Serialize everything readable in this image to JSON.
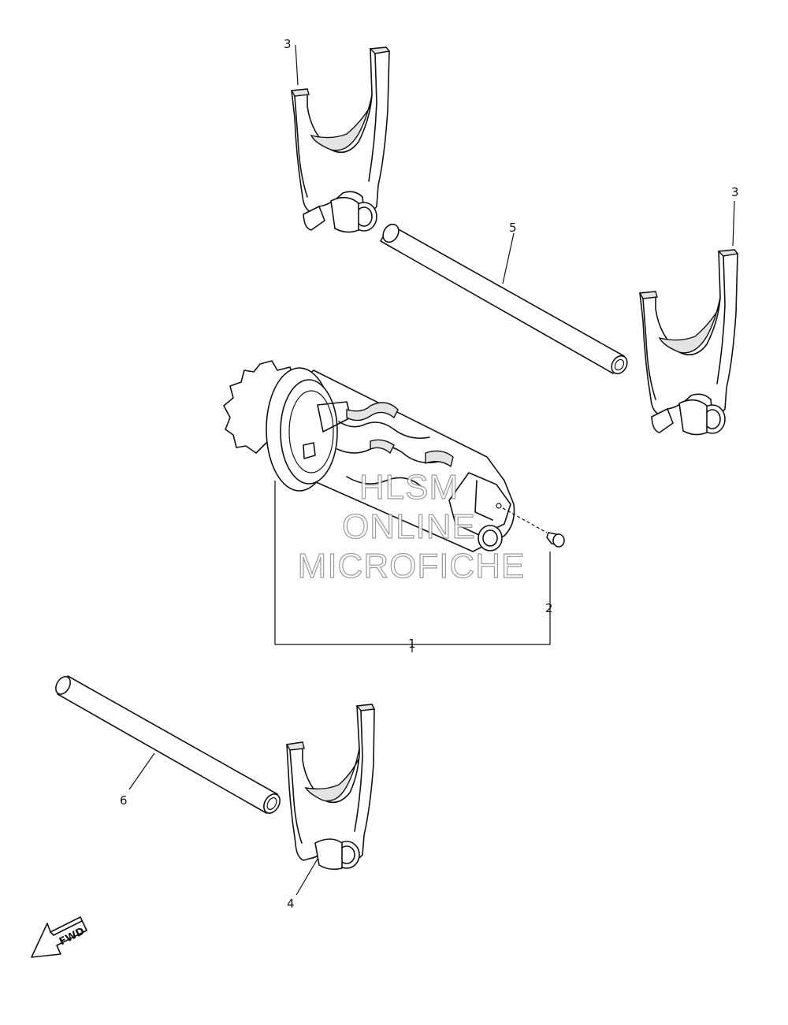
{
  "diagram": {
    "labels": {
      "part_1": "1",
      "part_2": "2",
      "part_3_top": "3",
      "part_3_right": "3",
      "part_4": "4",
      "part_5": "5",
      "part_6": "6"
    },
    "watermark": {
      "line1": "HLSM",
      "line2": "ONLINE",
      "line3": "MICROFICHE"
    },
    "direction_arrow": {
      "label": "FWD",
      "icon": "fwd-arrow-icon"
    }
  }
}
